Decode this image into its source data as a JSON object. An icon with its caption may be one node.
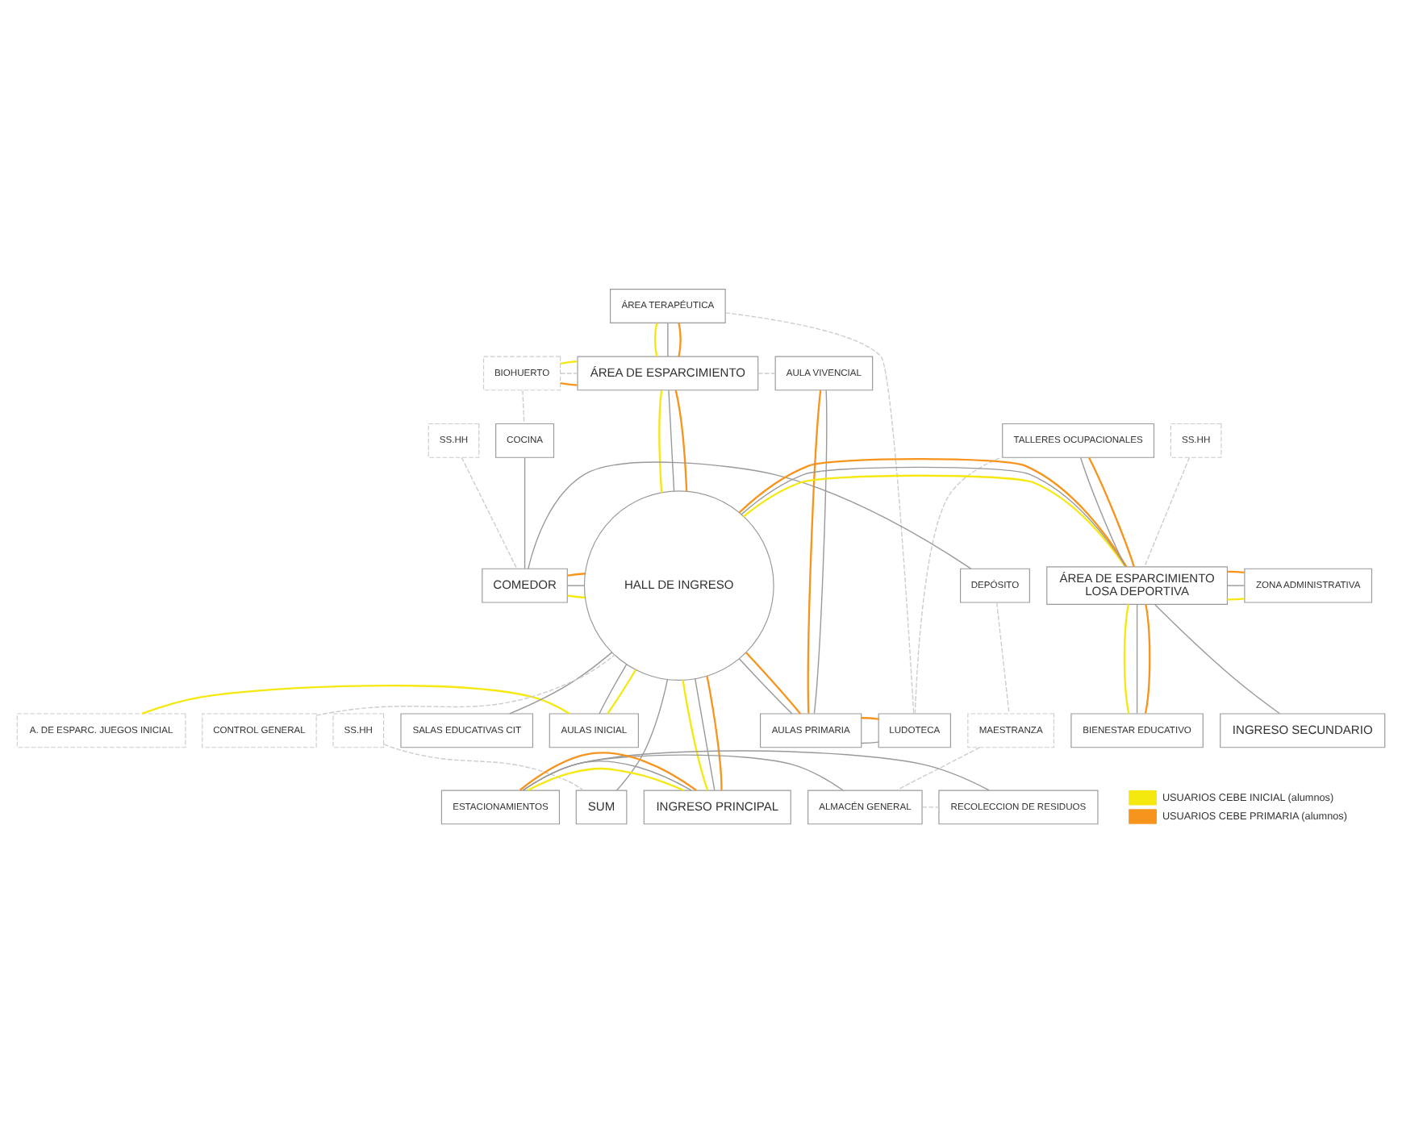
{
  "diagram": {
    "nodes": [
      {
        "text": [
          "ÁREA TERAPÉUTICA"
        ]
      },
      {
        "text": [
          "BIOHUERTO"
        ]
      },
      {
        "text": [
          "ÁREA DE ESPARCIMIENTO"
        ]
      },
      {
        "text": [
          "AULA VIVENCIAL"
        ]
      },
      {
        "text": [
          "A. DE ESPARC. JUEGOS INICIAL"
        ]
      },
      {
        "text": [
          "SALAS EDUCATIVAS CIT"
        ]
      },
      {
        "text": [
          "AULAS INICIAL"
        ]
      },
      {
        "text": [
          "AULAS PRIMARIA"
        ]
      },
      {
        "text": [
          "LUDOTECA"
        ]
      },
      {
        "text": [
          "SS.HH"
        ]
      },
      {
        "text": [
          "SS.HH"
        ]
      },
      {
        "text": [
          "COCINA"
        ]
      },
      {
        "text": [
          "DEPÓSITO"
        ]
      },
      {
        "text": [
          "COMEDOR"
        ]
      },
      {
        "text": [
          "HALL DE INGRESO"
        ]
      },
      {
        "text": [
          "ÁREA DE ESPARCIMIENTO",
          "LOSA DEPORTIVA"
        ]
      },
      {
        "text": [
          "TALLERES OCUPACIONALES"
        ]
      },
      {
        "text": [
          "ZONA ADMINISTRATIVA"
        ]
      },
      {
        "text": [
          "BIENESTAR EDUCATIVO"
        ]
      },
      {
        "text": [
          "SS.HH"
        ]
      },
      {
        "text": [
          "SUM"
        ]
      },
      {
        "text": [
          "CONTROL GENERAL"
        ]
      },
      {
        "text": [
          "INGRESO SECUNDARIO"
        ]
      },
      {
        "text": [
          "MAESTRANZA"
        ]
      },
      {
        "text": [
          "ALMACÉN GENERAL"
        ]
      },
      {
        "text": [
          "RECOLECCION DE RESIDUOS"
        ]
      },
      {
        "text": [
          "ESTACIONAMIENTOS"
        ]
      },
      {
        "text": [
          "INGRESO PRINCIPAL"
        ]
      }
    ],
    "edges": [
      {
        "from": 0,
        "to": 2,
        "arrow": "none",
        "color": "#f5e80f"
      },
      {
        "from": 0,
        "to": 2,
        "arrow": "none"
      },
      {
        "from": 0,
        "to": 2,
        "arrow": "none",
        "color": "#f7941d"
      },
      {
        "from": 0,
        "to": 8,
        "arrow": "none",
        "style": "dashed"
      },
      {
        "from": 1,
        "to": 2,
        "arrow": "none",
        "color": "#f7941d"
      },
      {
        "from": 1,
        "to": 2,
        "arrow": "none",
        "style": "dashed"
      },
      {
        "from": 1,
        "to": 2,
        "arrow": "none",
        "color": "#f5e80f"
      },
      {
        "from": 1,
        "to": 11,
        "arrow": "none",
        "style": "dashed"
      },
      {
        "from": 2,
        "to": 3,
        "arrow": "none",
        "style": "dashed"
      },
      {
        "from": 3,
        "to": 7,
        "arrow": "none",
        "color": "#f7941d"
      },
      {
        "from": 3,
        "to": 7,
        "arrow": "none"
      },
      {
        "from": 2,
        "to": 14,
        "arrow": "none",
        "color": "#f5e80f"
      },
      {
        "from": 2,
        "to": 14,
        "arrow": "none"
      },
      {
        "from": 2,
        "to": 14,
        "arrow": "none",
        "color": "#f7941d"
      },
      {
        "from": 14,
        "to": 7,
        "arrow": "none"
      },
      {
        "from": 14,
        "to": 7,
        "arrow": "none",
        "color": "#f7941d"
      },
      {
        "from": 14,
        "to": 5,
        "arrow": "none"
      },
      {
        "from": 14,
        "to": 6,
        "arrow": "none"
      },
      {
        "from": 14,
        "to": 6,
        "arrow": "none",
        "color": "#f5e80f"
      },
      {
        "from": 7,
        "to": 8,
        "arrow": "none"
      },
      {
        "from": 7,
        "to": 8,
        "arrow": "none",
        "color": "#f7941d"
      },
      {
        "from": 4,
        "to": 6,
        "arrow": "none",
        "color": "#f5e80f"
      },
      {
        "from": 8,
        "to": 16,
        "arrow": "none",
        "style": "dashed"
      },
      {
        "from": 9,
        "to": 15,
        "arrow": "none",
        "style": "dashed"
      },
      {
        "from": 10,
        "to": 13,
        "arrow": "none",
        "style": "dashed"
      },
      {
        "from": 11,
        "to": 13,
        "arrow": "none"
      },
      {
        "from": 12,
        "to": 13,
        "arrow": "none"
      },
      {
        "from": 13,
        "to": 14,
        "arrow": "none",
        "color": "#f5e80f"
      },
      {
        "from": 13,
        "to": 14,
        "arrow": "none"
      },
      {
        "from": 13,
        "to": 14,
        "arrow": "none",
        "color": "#f7941d"
      },
      {
        "from": 14,
        "to": 15,
        "arrow": "none",
        "color": "#f5e80f"
      },
      {
        "from": 14,
        "to": 15,
        "arrow": "none"
      },
      {
        "from": 14,
        "to": 15,
        "arrow": "none",
        "color": "#f7941d"
      },
      {
        "from": 15,
        "to": 16,
        "arrow": "none"
      },
      {
        "from": 15,
        "to": 16,
        "arrow": "none",
        "color": "#f7941d"
      },
      {
        "from": 15,
        "to": 17,
        "arrow": "none",
        "color": "#f5e80f"
      },
      {
        "from": 15,
        "to": 17,
        "arrow": "none"
      },
      {
        "from": 15,
        "to": 17,
        "arrow": "none",
        "color": "#f7941d"
      },
      {
        "from": 15,
        "to": 18,
        "arrow": "none",
        "color": "#f5e80f"
      },
      {
        "from": 15,
        "to": 18,
        "arrow": "none"
      },
      {
        "from": 15,
        "to": 18,
        "arrow": "none",
        "color": "#f7941d"
      },
      {
        "from": 15,
        "to": 22,
        "arrow": "none"
      },
      {
        "from": 12,
        "to": 23,
        "arrow": "none",
        "style": "dashed"
      },
      {
        "from": 23,
        "to": 24,
        "arrow": "none",
        "style": "dashed"
      },
      {
        "from": 24,
        "to": 25,
        "arrow": "none",
        "style": "dashed"
      },
      {
        "from": 19,
        "to": 20,
        "arrow": "none",
        "style": "dashed"
      },
      {
        "from": 20,
        "to": 14,
        "arrow": "none"
      },
      {
        "from": 21,
        "to": 14,
        "arrow": "none",
        "style": "dashed"
      },
      {
        "from": 14,
        "to": 27,
        "arrow": "none",
        "color": "#f5e80f"
      },
      {
        "from": 14,
        "to": 27,
        "arrow": "none"
      },
      {
        "from": 14,
        "to": 27,
        "arrow": "none",
        "color": "#f7941d"
      },
      {
        "from": 26,
        "to": 24,
        "arrow": "none"
      },
      {
        "from": 26,
        "to": 25,
        "arrow": "none"
      },
      {
        "from": 26,
        "to": 27,
        "arrow": "none",
        "color": "#f5e80f"
      },
      {
        "from": 26,
        "to": 27,
        "arrow": "none"
      },
      {
        "from": 26,
        "to": 27,
        "arrow": "none",
        "color": "#f7941d"
      }
    ],
    "legend": [
      {
        "text": "USUARIOS CEBE INICIAL (alumnos)",
        "color": "#f5e80f"
      },
      {
        "text": "USUARIOS CEBE PRIMARIA (alumnos)",
        "color": "#f7941d"
      }
    ]
  }
}
